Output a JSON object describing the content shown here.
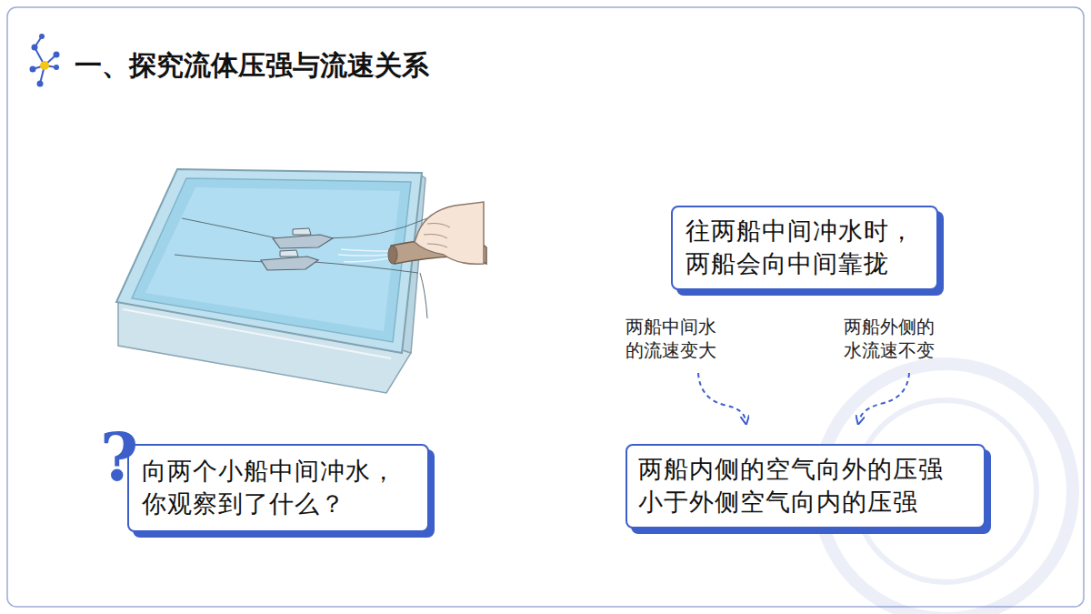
{
  "diagram": {
    "title": "一、探究流体压强与流速关系",
    "nodes": [
      {
        "text": [
          "往两船中间冲水时， 两船会向中间靠拢"
        ]
      },
      {
        "text": [
          "向两个小船中间冲水， 你观察到了什么？"
        ]
      },
      {
        "text": [
          "两船内侧的空气向外的压强 小于外侧空气向内的压强"
        ]
      }
    ],
    "labels": [
      "?",
      "两船中间水 的流速变大",
      "两船外侧的 水流速不变"
    ]
  }
}
